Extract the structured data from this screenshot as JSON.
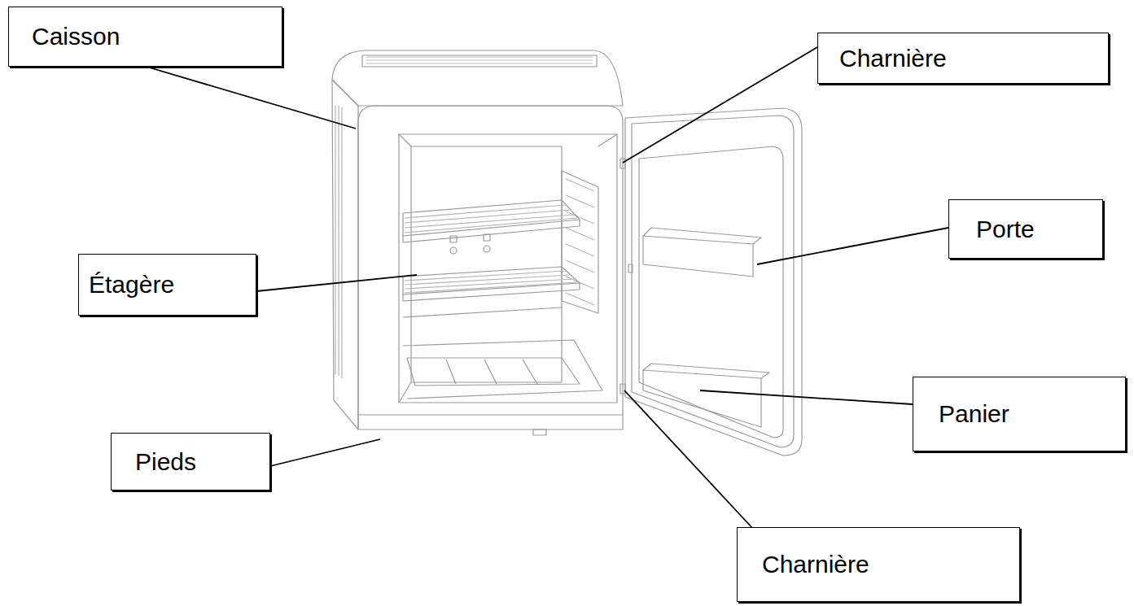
{
  "diagram": {
    "nodes": [
      {
        "text": [
          "Caisson"
        ]
      },
      {
        "text": [
          "Charnière"
        ]
      },
      {
        "text": [
          "Porte"
        ]
      },
      {
        "text": [
          "Étagère"
        ]
      },
      {
        "text": [
          "Panier"
        ]
      },
      {
        "text": [
          "Pieds"
        ]
      },
      {
        "text": [
          "Charnière"
        ]
      }
    ]
  }
}
